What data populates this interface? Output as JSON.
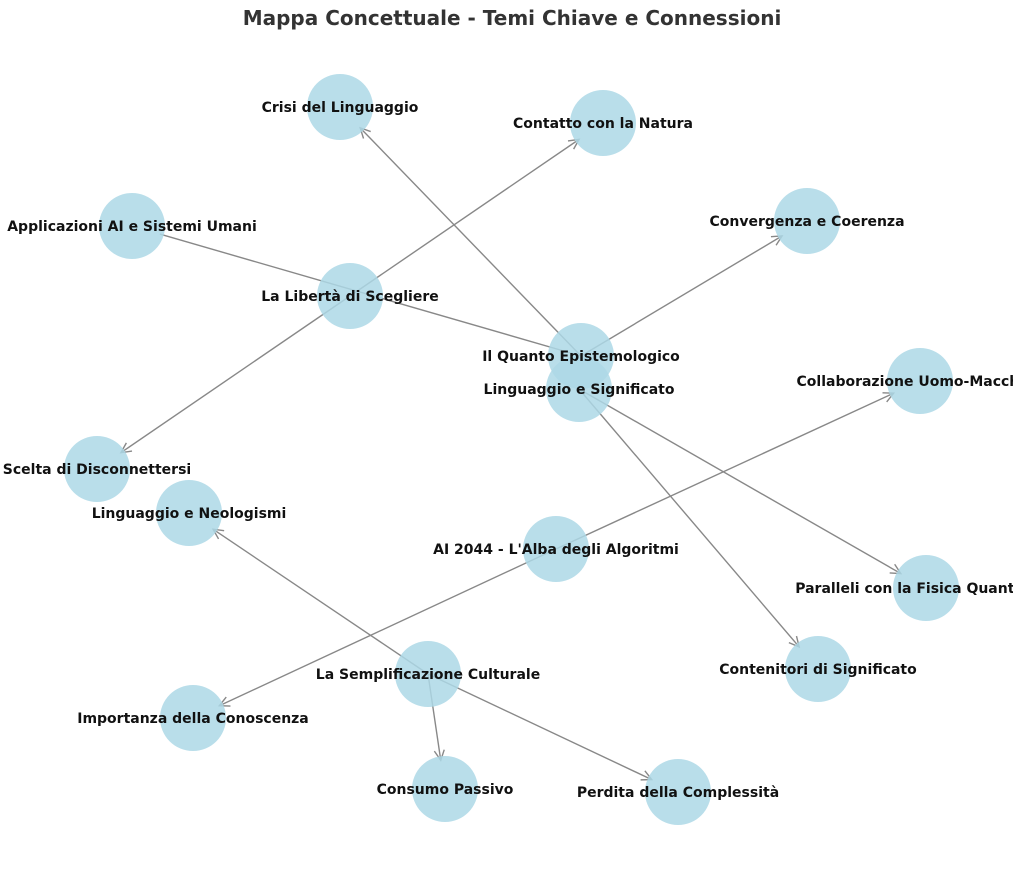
{
  "title": "Mappa Concettuale - Temi Chiave e Connessioni",
  "colors": {
    "node": "#add8e6",
    "edge": "#888888",
    "text": "#111111"
  },
  "nodes": [
    {
      "id": "crisi",
      "label": "Crisi del Linguaggio"
    },
    {
      "id": "natura",
      "label": "Contatto con la Natura"
    },
    {
      "id": "applicazioni",
      "label": "Applicazioni AI e Sistemi Umani"
    },
    {
      "id": "convergenza",
      "label": "Convergenza e Coerenza"
    },
    {
      "id": "liberta",
      "label": "La Libertà di Scegliere"
    },
    {
      "id": "quanto",
      "label": "Il Quanto Epistemologico"
    },
    {
      "id": "linguaggio_sig",
      "label": "Linguaggio e Significato"
    },
    {
      "id": "collaborazione",
      "label": "Collaborazione Uomo-Macchina"
    },
    {
      "id": "disconnettersi",
      "label": "Scelta di Disconnettersi"
    },
    {
      "id": "neologismi",
      "label": "Linguaggio e Neologismi"
    },
    {
      "id": "ai2044",
      "label": "AI 2044 - L'Alba degli Algoritmi"
    },
    {
      "id": "paralleli",
      "label": "Paralleli con la Fisica Quantistica"
    },
    {
      "id": "contenitori",
      "label": "Contenitori di Significato"
    },
    {
      "id": "semplificazione",
      "label": "La Semplificazione Culturale"
    },
    {
      "id": "conoscenza",
      "label": "Importanza della Conoscenza"
    },
    {
      "id": "consumo",
      "label": "Consumo Passivo"
    },
    {
      "id": "perdita",
      "label": "Perdita della Complessità"
    }
  ],
  "edges": [
    {
      "source": "liberta",
      "target": "natura",
      "arrow": true
    },
    {
      "source": "liberta",
      "target": "disconnettersi",
      "arrow": true
    },
    {
      "source": "quanto",
      "target": "applicazioni",
      "arrow": false
    },
    {
      "source": "quanto",
      "target": "crisi",
      "arrow": true
    },
    {
      "source": "quanto",
      "target": "convergenza",
      "arrow": true
    },
    {
      "source": "linguaggio_sig",
      "target": "paralleli",
      "arrow": true
    },
    {
      "source": "linguaggio_sig",
      "target": "contenitori",
      "arrow": true
    },
    {
      "source": "ai2044",
      "target": "collaborazione",
      "arrow": true
    },
    {
      "source": "ai2044",
      "target": "conoscenza",
      "arrow": true
    },
    {
      "source": "semplificazione",
      "target": "neologismi",
      "arrow": true
    },
    {
      "source": "semplificazione",
      "target": "consumo",
      "arrow": true
    },
    {
      "source": "semplificazione",
      "target": "perdita",
      "arrow": true
    }
  ]
}
